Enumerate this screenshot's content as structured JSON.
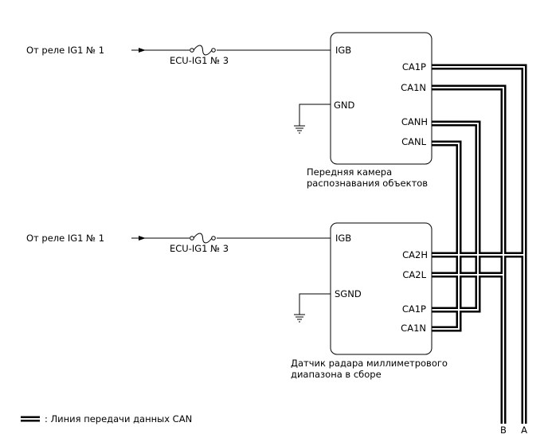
{
  "camera": {
    "supply": "От реле IG1 № 1",
    "fuse": "ECU-IG1 № 3",
    "pins": {
      "igb": "IGB",
      "gnd": "GND",
      "ca1p": "CA1P",
      "ca1n": "CA1N",
      "canh": "CANH",
      "canl": "CANL"
    },
    "name_line1": "Передняя камера",
    "name_line2": "распознавания объектов"
  },
  "radar": {
    "supply": "От реле IG1 № 1",
    "fuse": "ECU-IG1 № 3",
    "pins": {
      "igb": "IGB",
      "sgnd": "SGND",
      "ca2h": "CA2H",
      "ca2l": "CA2L",
      "ca1p": "CA1P",
      "ca1n": "CA1N"
    },
    "name_line1": "Датчик радара миллиметрового",
    "name_line2": "диапазона в сборе"
  },
  "connectors": {
    "b": "B",
    "a": "A"
  },
  "legend": {
    "text": ": Линия передачи данных CAN"
  }
}
